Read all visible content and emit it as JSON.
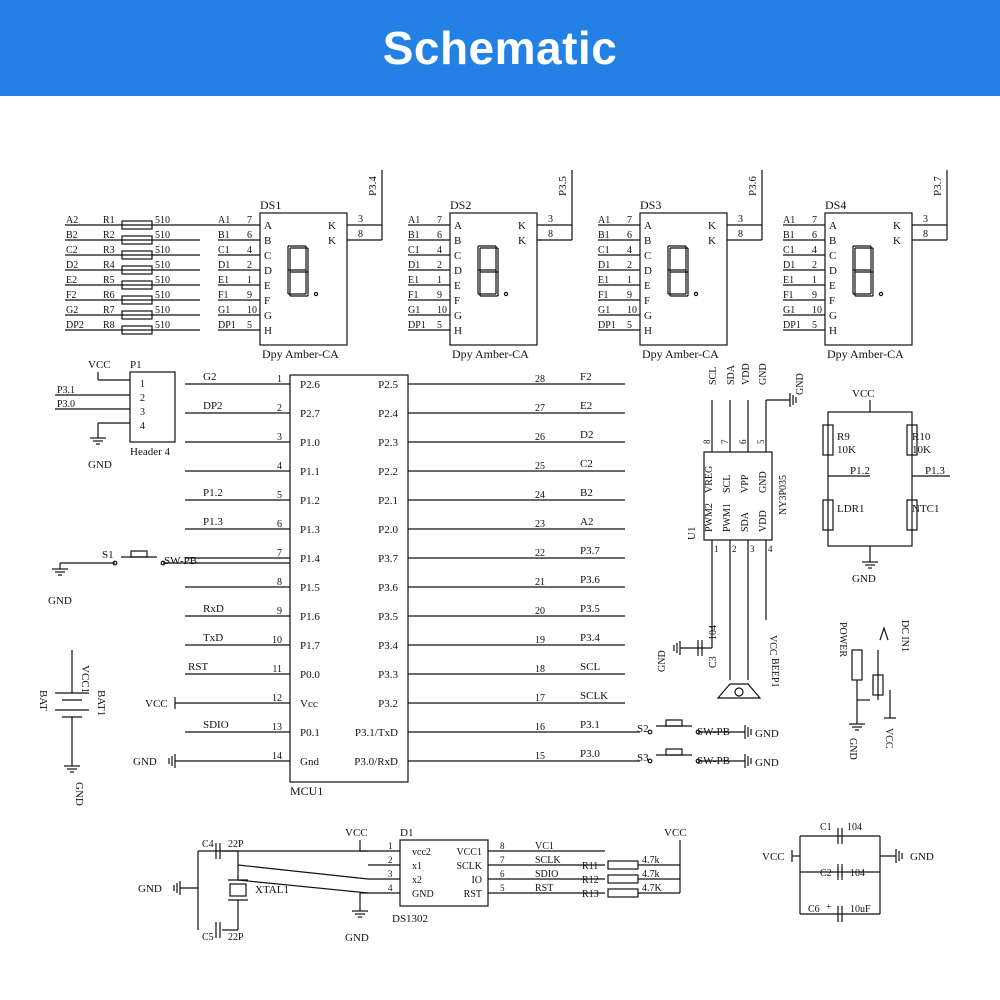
{
  "header": {
    "title": "Schematic"
  },
  "displays": {
    "names": [
      "DS1",
      "DS2",
      "DS3",
      "DS4"
    ],
    "part": "Dpy Amber-CA",
    "common_nets": [
      "P3.4",
      "P3.5",
      "P3.6",
      "P3.7"
    ],
    "seg_letters": [
      "A",
      "B",
      "C",
      "D",
      "E",
      "F",
      "G",
      "H"
    ],
    "seg_pins": [
      "7",
      "6",
      "4",
      "2",
      "1",
      "9",
      "10",
      "5"
    ],
    "pin_labels": [
      "A1",
      "B1",
      "C1",
      "D1",
      "E1",
      "F1",
      "G1",
      "DP1"
    ],
    "k_label": "K",
    "k_pins": [
      "3",
      "8"
    ],
    "seg_nets": [
      "A2",
      "B2",
      "C2",
      "D2",
      "E2",
      "F2",
      "G2",
      "DP2"
    ],
    "resistors": [
      "R1",
      "R2",
      "R3",
      "R4",
      "R5",
      "R6",
      "R7",
      "R8"
    ],
    "res_value": "510"
  },
  "header4": {
    "ref": "P1",
    "name": "Header 4",
    "vcc": "VCC",
    "gnd": "GND",
    "pins": [
      "1",
      "2",
      "3",
      "4"
    ],
    "nets": [
      "P3.1",
      "P3.0"
    ]
  },
  "switch_s1": {
    "ref": "S1",
    "type": "SW-PB",
    "gnd": "GND"
  },
  "battery": {
    "ref": "BAT1",
    "label": "BAT",
    "top": "VCC1",
    "gnd": "GND"
  },
  "mcu": {
    "ref": "MCU1",
    "left": [
      {
        "net": "G2",
        "pin": "1",
        "name": "P2.6"
      },
      {
        "net": "DP2",
        "pin": "2",
        "name": "P2.7"
      },
      {
        "net": "",
        "pin": "3",
        "name": "P1.0"
      },
      {
        "net": "",
        "pin": "4",
        "name": "P1.1"
      },
      {
        "net": "P1.2",
        "pin": "5",
        "name": "P1.2"
      },
      {
        "net": "P1.3",
        "pin": "6",
        "name": "P1.3"
      },
      {
        "net": "",
        "pin": "7",
        "name": "P1.4"
      },
      {
        "net": "",
        "pin": "8",
        "name": "P1.5"
      },
      {
        "net": "RxD",
        "pin": "9",
        "name": "P1.6"
      },
      {
        "net": "TxD",
        "pin": "10",
        "name": "P1.7"
      },
      {
        "net": "RST",
        "pin": "11",
        "name": "P0.0"
      },
      {
        "net": "VCC",
        "pin": "12",
        "name": "Vcc"
      },
      {
        "net": "SDIO",
        "pin": "13",
        "name": "P0.1"
      },
      {
        "net": "GND",
        "pin": "14",
        "name": "Gnd"
      }
    ],
    "right": [
      {
        "net": "F2",
        "pin": "28",
        "name": "P2.5"
      },
      {
        "net": "E2",
        "pin": "27",
        "name": "P2.4"
      },
      {
        "net": "D2",
        "pin": "26",
        "name": "P2.3"
      },
      {
        "net": "C2",
        "pin": "25",
        "name": "P2.2"
      },
      {
        "net": "B2",
        "pin": "24",
        "name": "P2.1"
      },
      {
        "net": "A2",
        "pin": "23",
        "name": "P2.0"
      },
      {
        "net": "P3.7",
        "pin": "22",
        "name": "P3.7"
      },
      {
        "net": "P3.6",
        "pin": "21",
        "name": "P3.6"
      },
      {
        "net": "P3.5",
        "pin": "20",
        "name": "P3.5"
      },
      {
        "net": "P3.4",
        "pin": "19",
        "name": "P3.4"
      },
      {
        "net": "SCL",
        "pin": "18",
        "name": "P3.3"
      },
      {
        "net": "SCLK",
        "pin": "17",
        "name": "P3.2"
      },
      {
        "net": "P3.1",
        "pin": "16",
        "name": "P3.1/TxD"
      },
      {
        "net": "P3.0",
        "pin": "15",
        "name": "P3.0/RxD"
      }
    ]
  },
  "switches_right": [
    {
      "ref": "S2",
      "type": "SW-PB",
      "gnd": "GND"
    },
    {
      "ref": "S3",
      "type": "SW-PB",
      "gnd": "GND"
    }
  ],
  "u1": {
    "ref": "U1",
    "part": "NY3P035",
    "top_nets": [
      "SCL",
      "SDA",
      "VDD",
      "GND"
    ],
    "top_pins": [
      "8",
      "7",
      "6",
      "5"
    ],
    "bottom_pins": [
      "1",
      "2",
      "3",
      "4"
    ],
    "pins_top": [
      "VREG",
      "SCL",
      "VPP",
      "GND"
    ],
    "pins_bottom": [
      "PWM2",
      "PWM1",
      "SDA",
      "VDD"
    ],
    "cap_ref": "C3",
    "cap_value": "104",
    "cap_gnd": "GND",
    "vcc": "VCC",
    "beep": "BEEP1"
  },
  "sensors": {
    "vcc": "VCC",
    "gnd": "GND",
    "r9": "R9",
    "r9v": "10K",
    "r10": "R10",
    "r10v": "10K",
    "net_a": "P1.2",
    "net_b": "P1.3",
    "ldr": "LDR1",
    "ntc": "NTC1"
  },
  "power": {
    "label": "POWER",
    "jack": "DC IN1",
    "gnd": "GND",
    "vcc": "VCC"
  },
  "rtc": {
    "ref": "D1",
    "part": "DS1302",
    "vcc": "VCC",
    "gnd": "GND",
    "left_pins": [
      "1",
      "2",
      "3",
      "4"
    ],
    "left_names": [
      "vcc2",
      "x1",
      "x2",
      "GND"
    ],
    "right_pins": [
      "8",
      "7",
      "6",
      "5"
    ],
    "right_names": [
      "VCC1",
      "SCLK",
      "IO",
      "RST"
    ],
    "right_nets": [
      "VC1",
      "SCLK",
      "SDIO",
      "RST"
    ],
    "res_refs": [
      "R11",
      "R12",
      "R13"
    ],
    "res_values": [
      "4.7k",
      "4.7k",
      "4.7K"
    ],
    "pullup_vcc": "VCC",
    "c4": "C4",
    "c4v": "22P",
    "c5": "C5",
    "c5v": "22P",
    "xtal": "XTAL1",
    "gnd_left": "GND"
  },
  "caps": {
    "vcc": "VCC",
    "gnd": "GND",
    "c1": "C1",
    "c1v": "104",
    "c2": "C2",
    "c2v": "104",
    "c6": "C6",
    "c6v": "10uF",
    "plus": "+"
  }
}
